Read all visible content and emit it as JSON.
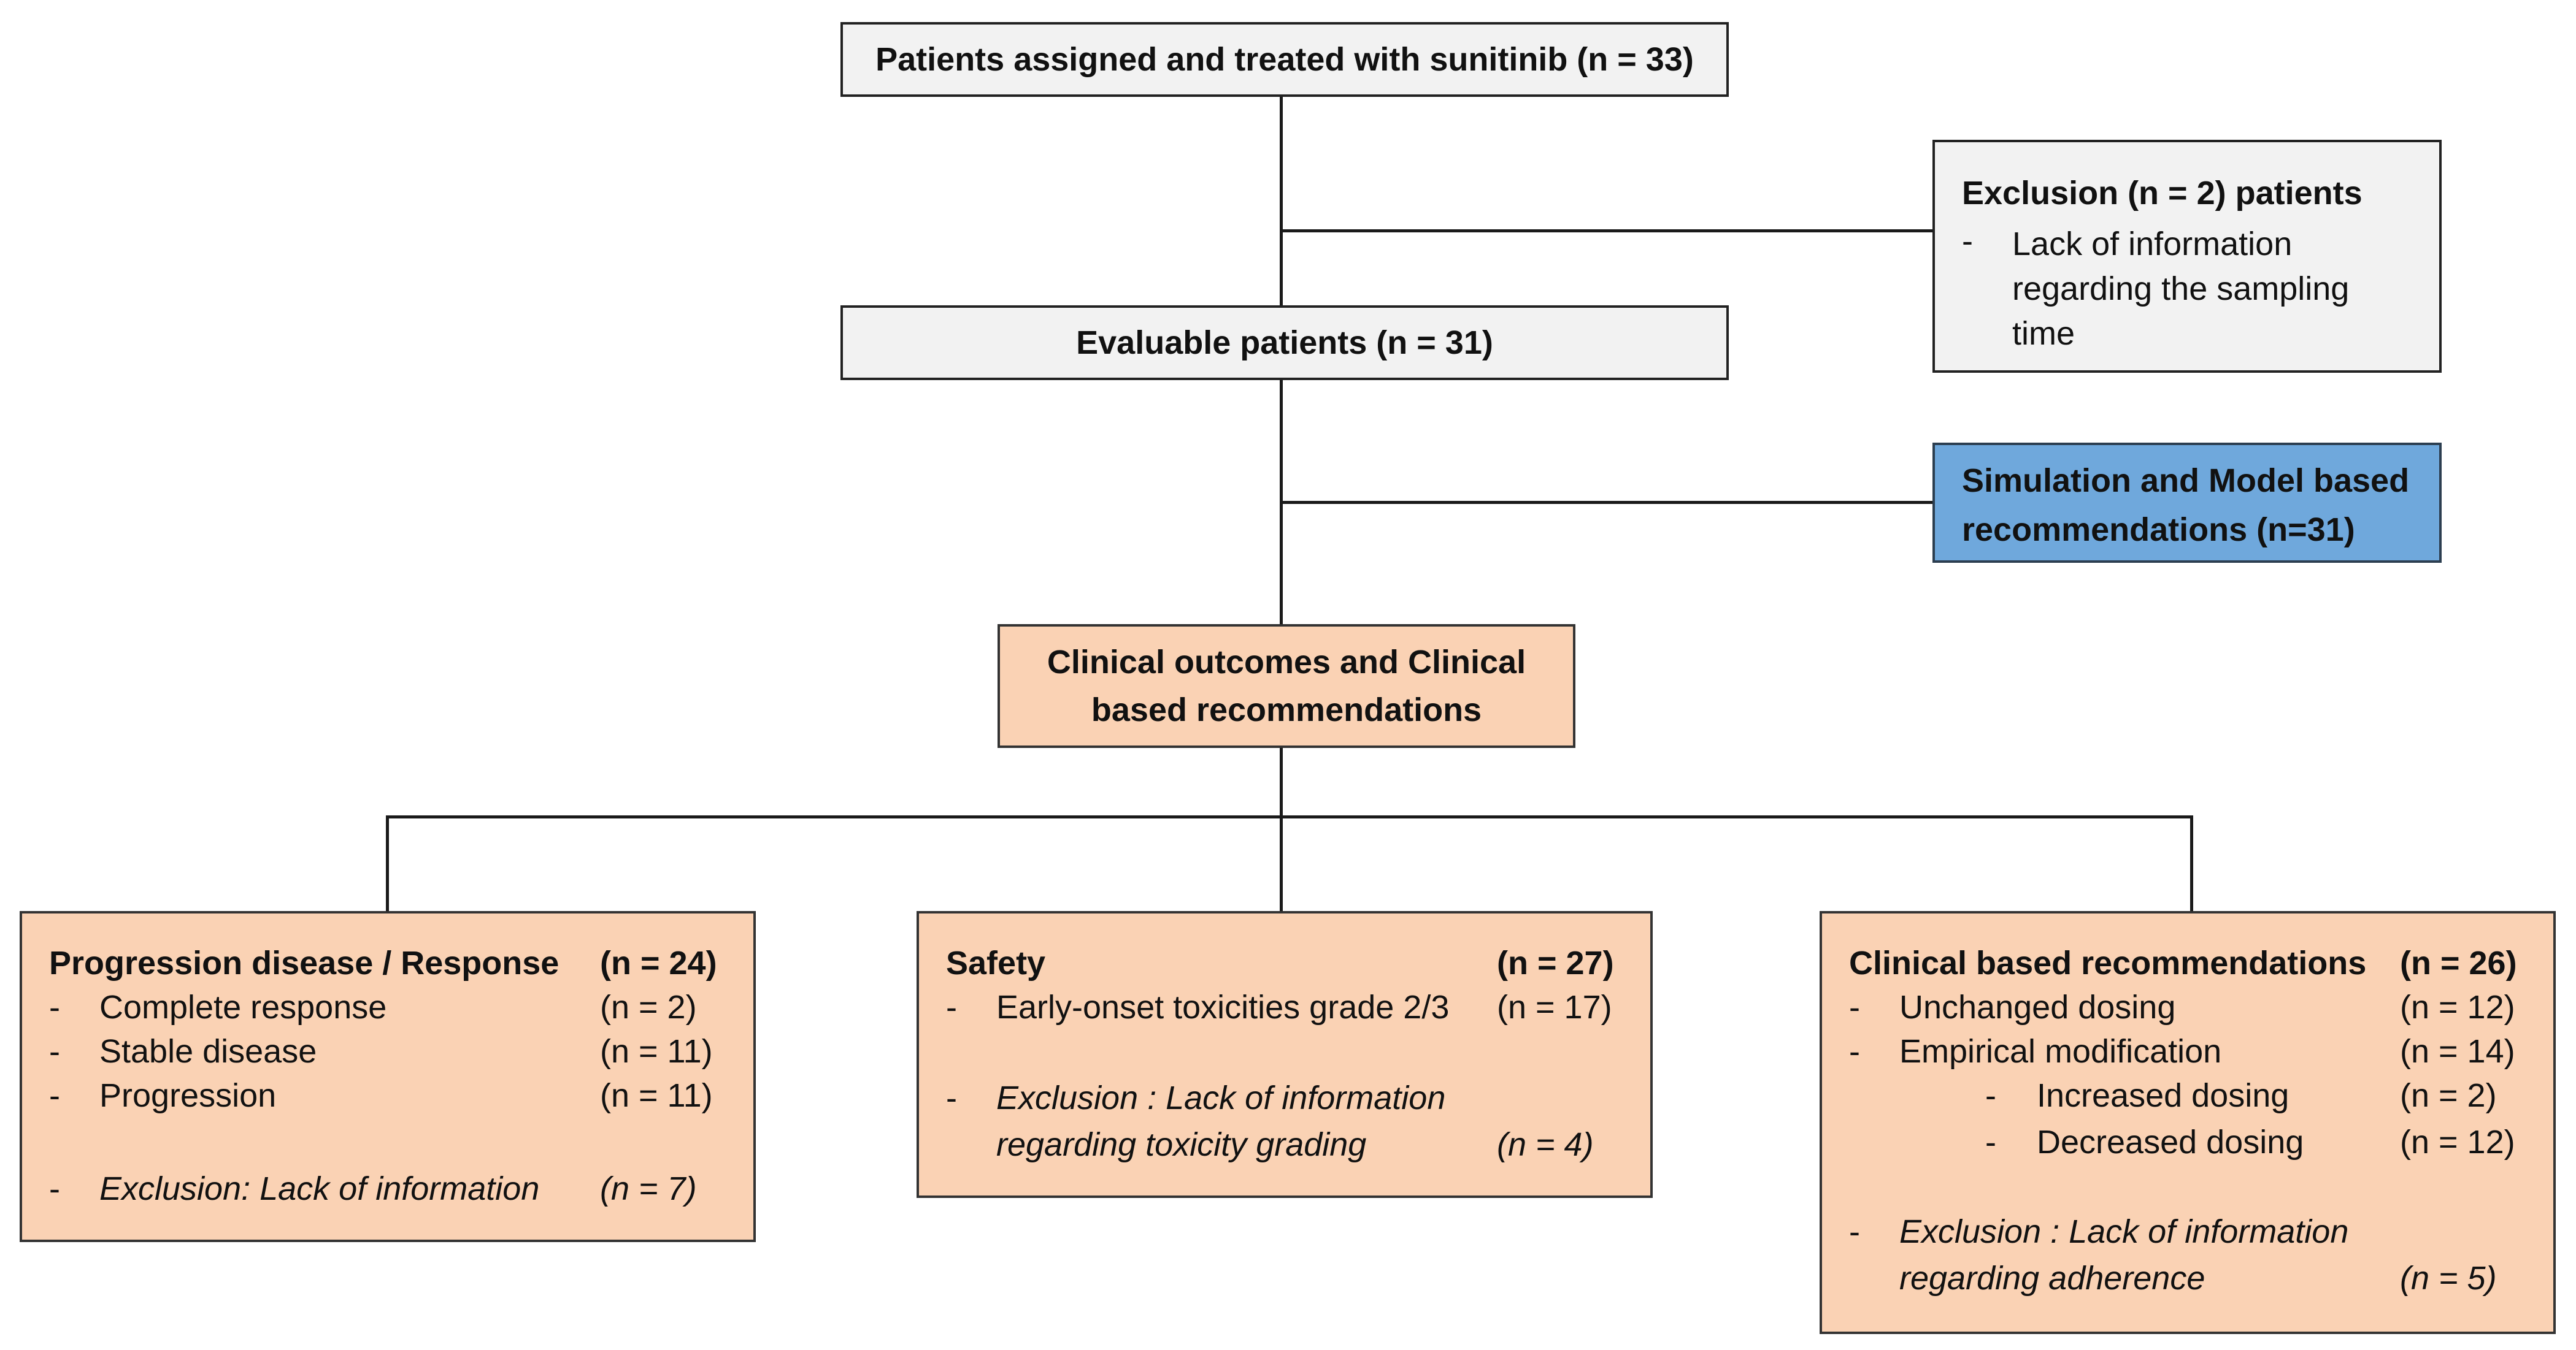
{
  "top_box": "Patients assigned and treated with sunitinib (n = 33)",
  "exclusion": {
    "title": "Exclusion (n = 2) patients",
    "bullet": "-",
    "lines": [
      "Lack of information",
      "regarding the sampling",
      "time"
    ]
  },
  "evaluable_box": "Evaluable patients (n = 31)",
  "model_box": {
    "lines": [
      "Simulation and Model based",
      "recommendations (n=31)"
    ]
  },
  "clinical_box": {
    "lines": [
      "Clinical outcomes and Clinical",
      "based recommendations"
    ]
  },
  "progression": {
    "title": "Progression  disease / Response",
    "n": "(n = 24)",
    "items": [
      {
        "dash": "-",
        "label": "Complete response",
        "n": "(n = 2)"
      },
      {
        "dash": "-",
        "label": "Stable disease",
        "n": "(n = 11)"
      },
      {
        "dash": "-",
        "label": "Progression",
        "n": "(n = 11)"
      }
    ],
    "exclusion": {
      "dash": "-",
      "label": "Exclusion: Lack of information",
      "n": "(n = 7)"
    }
  },
  "safety": {
    "title": "Safety",
    "n": "(n = 27)",
    "item": {
      "dash": "-",
      "label": "Early-onset toxicities grade 2/3",
      "n": "(n = 17)"
    },
    "exclusion": {
      "dash": "-",
      "line1": "Exclusion : Lack of information",
      "line2": "regarding toxicity grading",
      "n": "(n = 4)"
    }
  },
  "recommendations": {
    "title": "Clinical based recommendations",
    "n": "(n = 26)",
    "items": [
      {
        "dash": "-",
        "label": "Unchanged dosing",
        "n": "(n = 12)"
      },
      {
        "dash": "-",
        "label": "Empirical modification",
        "n": "(n = 14)"
      }
    ],
    "subitems": [
      {
        "dash": "-",
        "label": "Increased dosing",
        "n": "(n = 2)"
      },
      {
        "dash": "-",
        "label": "Decreased dosing",
        "n": "(n = 12)"
      }
    ],
    "exclusion": {
      "dash": "-",
      "line1": "Exclusion : Lack of information",
      "line2": "regarding adherence",
      "n": "(n = 5)"
    }
  }
}
